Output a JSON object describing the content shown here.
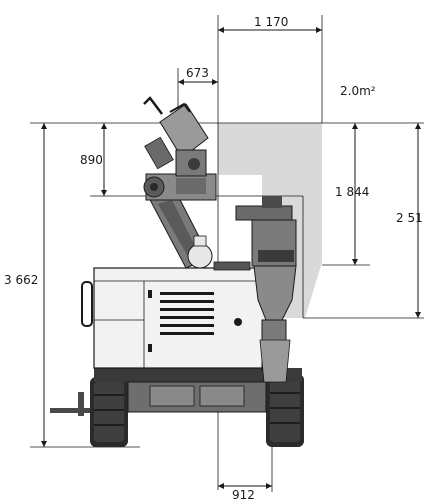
{
  "dimensions": {
    "top_width": "1 170",
    "arm_offset": "673",
    "area": "2.0m²",
    "arm_height": "890",
    "inner_height": "1 844",
    "right_height": "2 51",
    "total_height": "3 662",
    "bottom_offset": "912"
  },
  "colors": {
    "working_area": "#d9d9d9",
    "machine_body": "#f2f2f2",
    "dark_parts": "#3a3a3a",
    "tracks": "#2b2b2b",
    "line": "#1a1a1a"
  }
}
